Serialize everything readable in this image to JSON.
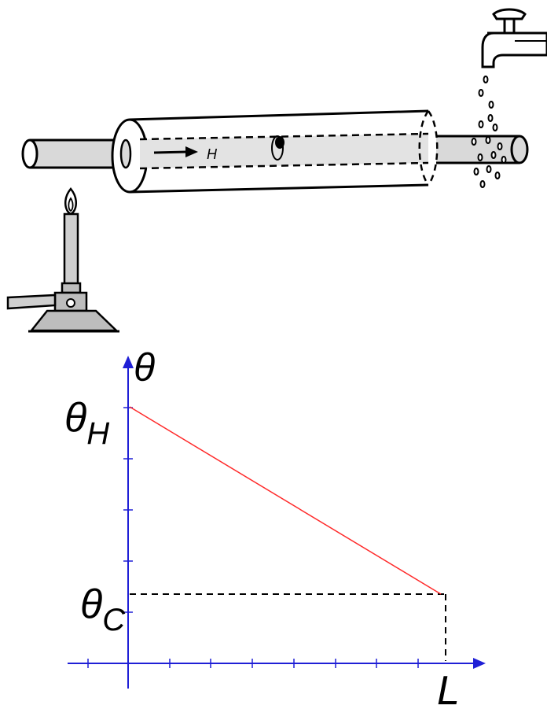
{
  "apparatus": {
    "heat_flow_label": "H"
  },
  "graph": {
    "y_axis_label": "θ",
    "hot_label": {
      "base": "θ",
      "sub": "H"
    },
    "cold_label": {
      "base": "θ",
      "sub": "C"
    },
    "x_end_label": "L"
  },
  "colors": {
    "axis": "#1f1fd6",
    "line": "#ff2a2a",
    "ink": "#000000",
    "rod_fill": "#d9d9d9"
  }
}
